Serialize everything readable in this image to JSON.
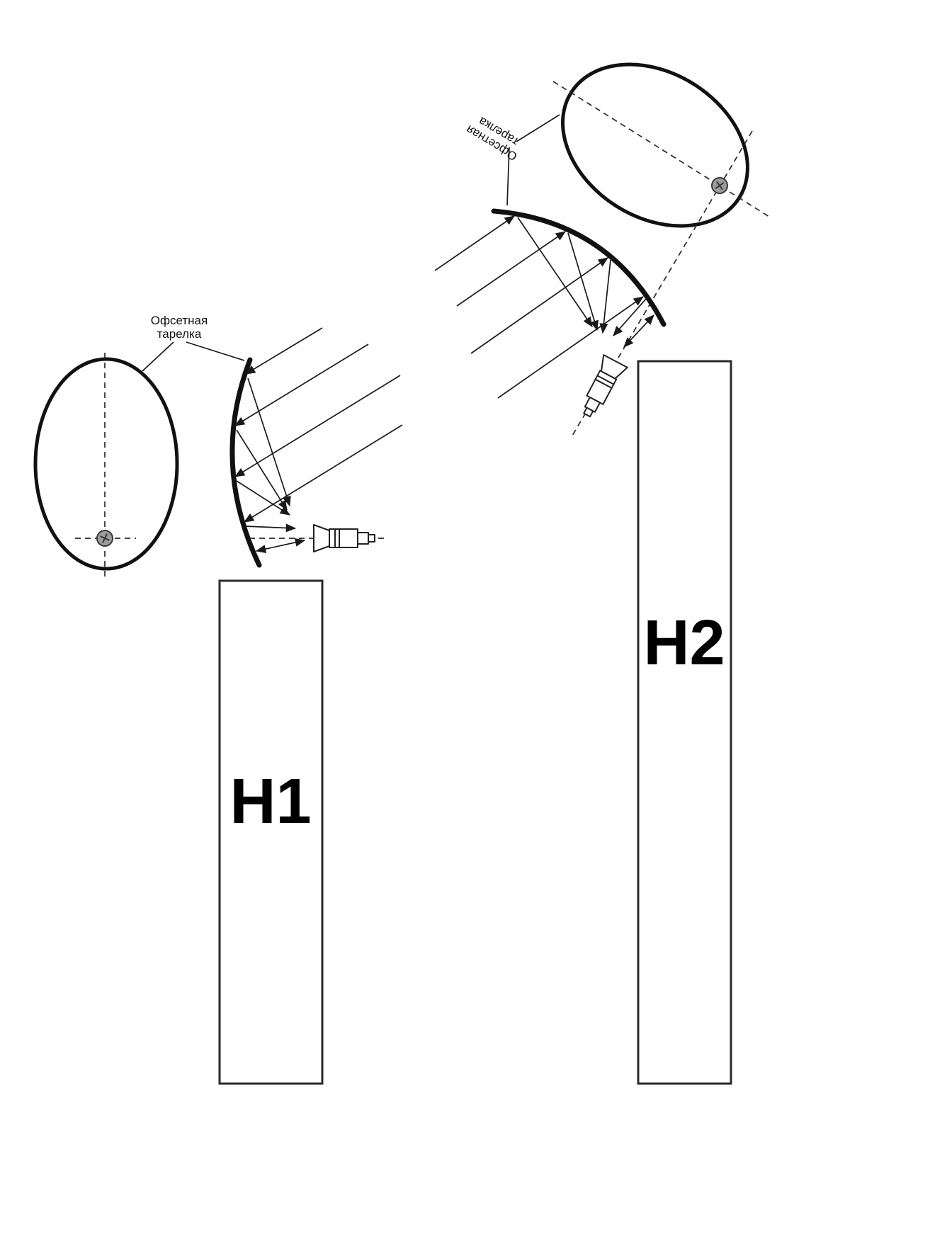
{
  "labels": {
    "offset_dish_line1": "Офсетная",
    "offset_dish_line2": "тарелка",
    "mast_h1": "H1",
    "mast_h2": "H2"
  },
  "colors": {
    "background": "#ffffff",
    "line": "#1a1a1a",
    "bolt_fill": "#9c9c9c"
  },
  "icons": {
    "mount_bolt": "phillips-screw-head",
    "arrowhead": "filled-triangle"
  }
}
